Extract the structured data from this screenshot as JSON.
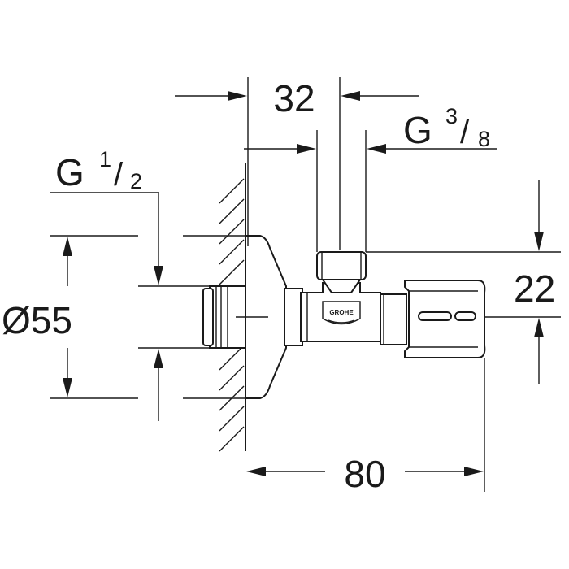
{
  "dimensions": {
    "top_width": "32",
    "outlet_thread": {
      "prefix": "G",
      "numerator": "3",
      "denominator": "8"
    },
    "inlet_thread": {
      "prefix": "G",
      "numerator": "1",
      "denominator": "2"
    },
    "flange_diameter": "Ø55",
    "height_offset": "22",
    "total_length": "80"
  },
  "logo": {
    "text": "GROHE"
  }
}
